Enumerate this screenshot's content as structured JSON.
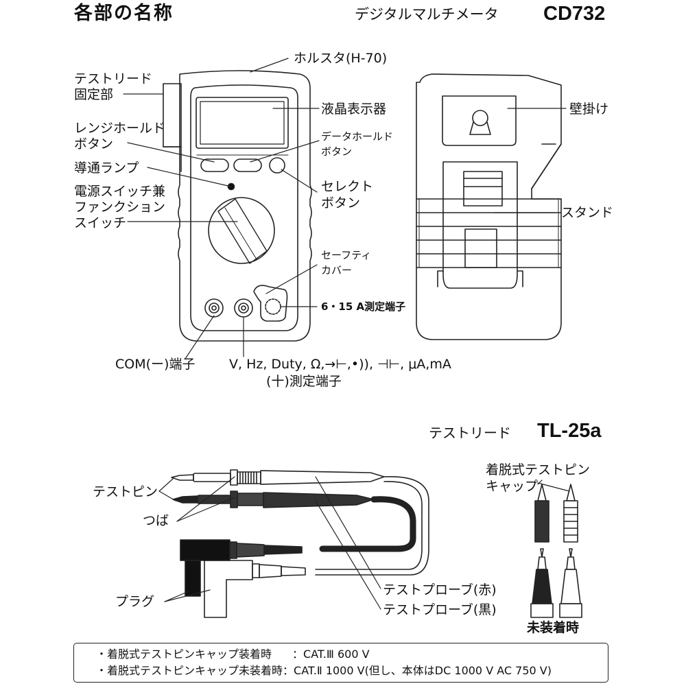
{
  "header": {
    "title": "各部の名称",
    "product": "デジタルマルチメータ",
    "model": "CD732"
  },
  "front_labels": {
    "holster": "ホルスタ(H-70)",
    "lead_holder_1": "テストリード",
    "lead_holder_2": "固定部",
    "lcd": "液晶表示器",
    "range_hold_1": "レンジホールド",
    "range_hold_2": "ボタン",
    "data_hold_1": "データホールド",
    "data_hold_2": "ボタン",
    "continuity_lamp": "導通ランプ",
    "select_1": "セレクト",
    "select_2": "ボタン",
    "power_switch_1": "電源スイッチ兼",
    "power_switch_2": "ファンクション",
    "power_switch_3": "スイッチ",
    "safety_cover_1": "セーフティ",
    "safety_cover_2": "カバー",
    "terminal_15a": "6・15 A測定端子",
    "com_terminal": "COM(ー)端子",
    "plus_terminal_1": "V, Hz, Duty, Ω,→⊢,•)), ⊣⊢, μA,mA",
    "plus_terminal_2": "(十)測定端子"
  },
  "back_labels": {
    "wall_hook": "壁掛け",
    "stand": "スタンド"
  },
  "lead_section": {
    "name": "テストリード",
    "model": "TL-25a",
    "test_pin": "テストピン",
    "guard": "つば",
    "plug": "プラグ",
    "probe_red": "テストプローブ(赤)",
    "probe_black": "テストプローブ(黒)",
    "cap_1": "着脱式テストピン",
    "cap_2": "キャップ",
    "no_cap": "未装着時"
  },
  "specs": [
    {
      "label": "・着脱式テストピンキャップ装着時",
      "value": "：CAT.Ⅲ 600 V"
    },
    {
      "label": "・着脱式テストピンキャップ未装着時",
      "value": "：CAT.Ⅱ 1000 V(但し、本体はDC 1000 V AC 750 V)"
    }
  ]
}
